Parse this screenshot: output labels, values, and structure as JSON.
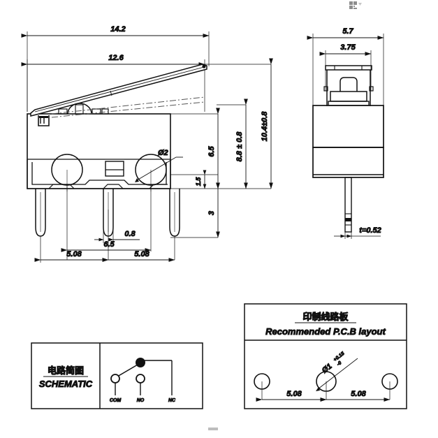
{
  "document": {
    "kind": "mechanical-dimension-drawing",
    "subject": "micro switch with long hinge lever",
    "units_note": "mm"
  },
  "side_view": {
    "name": "side-view",
    "dimensions": {
      "overall_length": "14.2",
      "lever_length": "12.6",
      "body_height": "6.5",
      "free_position_height": "8.8 ± 0.8",
      "lever_tip_height": "10.4±0.8",
      "terminal_shoulder": "1.5",
      "terminal_length": "3",
      "terminal_thickness_h": "0.8",
      "center_span": "6.5",
      "pitch_left": "5.08",
      "pitch_right": "5.08",
      "mounting_hole": "Ø2"
    }
  },
  "end_view": {
    "name": "end-view",
    "dimensions": {
      "overall_width": "5.7",
      "plunger_width": "3.75",
      "terminal_thickness": "t=0.52"
    }
  },
  "schematic_box": {
    "title_cn": "电路简图",
    "title_en": "SCHEMATIC",
    "terminals": [
      {
        "label": "COM"
      },
      {
        "label": "NO"
      },
      {
        "label": "NC"
      }
    ]
  },
  "pcb_box": {
    "title_cn": "印制线路板",
    "title_en": "Recommended P.C.B layout",
    "hole_callout": "Ø1",
    "hole_tol_upper": "+0.15",
    "hole_tol_lower": "-0",
    "pitch_left": "5.08",
    "pitch_right": "5.08"
  },
  "colors": {
    "line": "#111111",
    "background": "#ffffff",
    "artifact_grey": "#9a9a9a",
    "hidden_line": "#777777"
  }
}
